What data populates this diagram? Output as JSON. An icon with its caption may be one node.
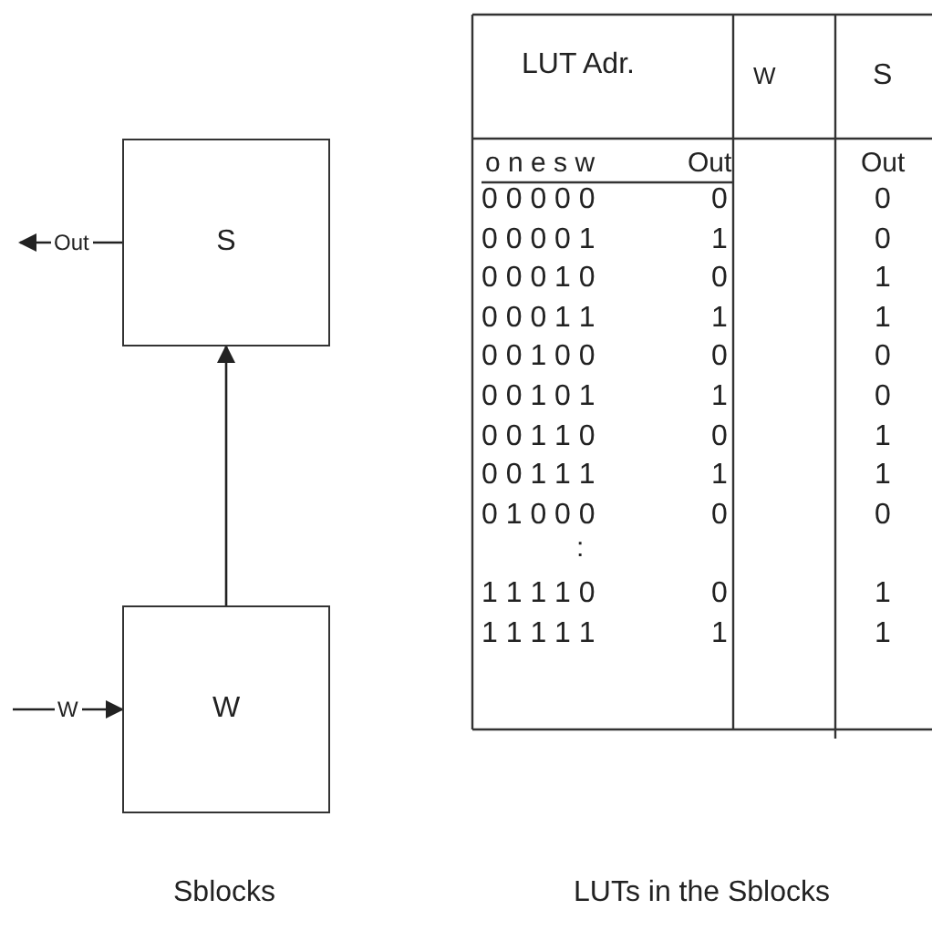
{
  "diagram": {
    "nodes": [
      {
        "text": [
          "S"
        ]
      },
      {
        "text": [
          "W"
        ]
      }
    ],
    "edges": [
      {
        "from": 1,
        "to": 0,
        "arrow": "to"
      },
      {
        "from": 0,
        "to": null,
        "arrow": "to",
        "label": "Out"
      },
      {
        "from": null,
        "to": 1,
        "arrow": "to",
        "label": "W"
      }
    ],
    "labels": [
      "LUT Adr.",
      "W",
      "S",
      "o n e s w",
      "Out",
      "Out",
      "0 0 0 0 0",
      "0",
      "0",
      "0 0 0 0 1",
      "1",
      "0",
      "0 0 0 1 0",
      "0",
      "1",
      "0 0 0 1 1",
      "1",
      "1",
      "0 0 1 0 0",
      "0",
      "0",
      "0 0 1 0 1",
      "1",
      "0",
      "0 0 1 1 0",
      "0",
      "1",
      "0 0 1 1 1",
      "1",
      "1",
      "0 1 0 0 0",
      "0",
      "0",
      ":",
      "1 1 1 1 0",
      "0",
      "1",
      "1 1 1 1 1",
      "1",
      "1",
      "Sblocks",
      "LUTs in the Sblocks"
    ]
  }
}
